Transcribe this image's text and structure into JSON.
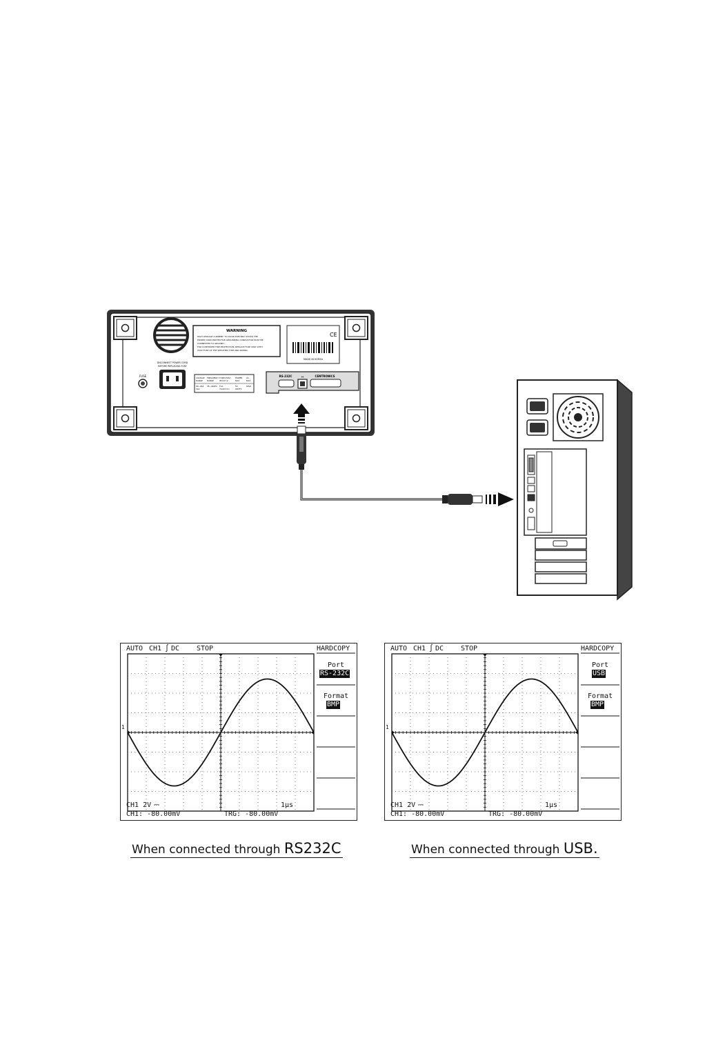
{
  "rear_panel": {
    "warning_title": "WARNING",
    "warning_lines": [
      "HIGH LEAKAGE CURRENT. TO AVOID ELECTRIC SHOCK THE",
      "POWER CORD PROTECTIVE GROUNDING CONDUCTOR MUST BE",
      "CONNECTED TO GROUND.",
      "FOR CONTINUED FIRE PROTECTION, REPLACE FUSE ONLY WITH",
      "250V FUSE OF THE SPECIFIED TYPE AND RATING."
    ],
    "ce_mark": "CE",
    "made_in": "MADE IN KOREA",
    "fuse_label": "FUSE",
    "power_note_lines": [
      "DISCONNECT POWER CORD",
      "BEFORE REPLACING FUSE"
    ],
    "spec_headers": [
      "VOLTAGE",
      "FREQUENCY",
      "FUSE(250V)",
      "POWER",
      "VA"
    ],
    "spec_headers_2": [
      "RANGE",
      "RANGE",
      "IEC127-2",
      "MAX",
      "MAX"
    ],
    "spec_values": [
      "90~264",
      "45~440Hz",
      "T1A",
      "50",
      "60VA"
    ],
    "spec_values_2": [
      "VAC",
      "",
      "(5x20mm)",
      "WATTS",
      ""
    ],
    "port_rs232": "RS-232C",
    "port_centronics": "CENTRONICS"
  },
  "screens": [
    {
      "header_mode": "AUTO",
      "header_channel": "CH1",
      "header_coupling": "DC",
      "header_state": "STOP",
      "menu_title": "HARDCOPY",
      "menu_port_label": "Port",
      "menu_port_value": "RS-232C",
      "menu_format_label": "Format",
      "menu_format_value": "BMP",
      "marker": "1",
      "footer_scale": "CH1 2V",
      "footer_time": "1μs",
      "footer_ch1": "CH1: -80.00mV",
      "footer_trg": "TRG: -80.00mV"
    },
    {
      "header_mode": "AUTO",
      "header_channel": "CH1",
      "header_coupling": "DC",
      "header_state": "STOP",
      "menu_title": "HARDCOPY",
      "menu_port_label": "Port",
      "menu_port_value": "USB",
      "menu_format_label": "Format",
      "menu_format_value": "BMP",
      "marker": "1",
      "footer_scale": "CH1 2V",
      "footer_time": "1μs",
      "footer_ch1": "CH1: -80.00mV",
      "footer_trg": "TRG: -80.00mV"
    }
  ],
  "captions": [
    {
      "prefix": "When connected through ",
      "suffix": "RS232C"
    },
    {
      "prefix": "When connected through ",
      "suffix": "USB."
    }
  ]
}
